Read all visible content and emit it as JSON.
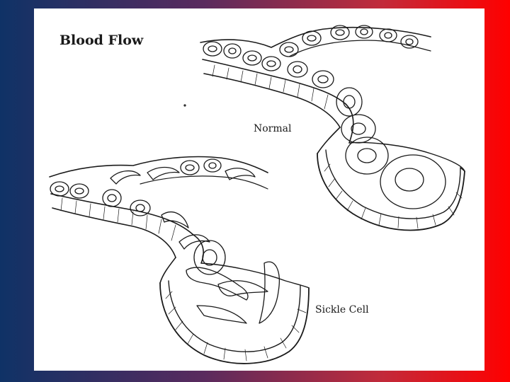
{
  "slide": {
    "title": "Blood Flow",
    "labels": {
      "normal": "Normal",
      "sickle": "Sickle Cell"
    }
  },
  "colors": {
    "frame_left": "#0f3266",
    "frame_right": "#ff0000",
    "panel": "#ffffff",
    "ink": "#1a1a1a"
  }
}
